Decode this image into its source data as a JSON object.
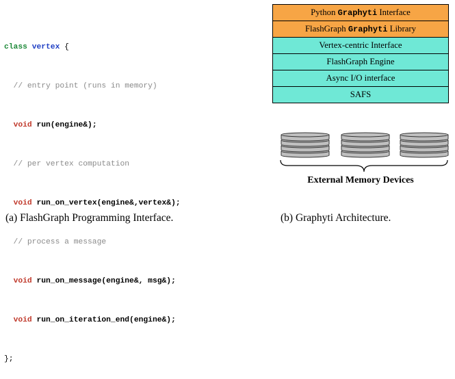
{
  "code": {
    "line1": {
      "kw": "class",
      "cls": "vertex",
      "rest": " {"
    },
    "line2": {
      "comment": "  // entry point (runs in memory)"
    },
    "line3": {
      "indent": "  ",
      "kw": "void",
      "fn": " run(engine&);"
    },
    "line4": {
      "comment": "  // per vertex computation"
    },
    "line5": {
      "indent": "  ",
      "kw": "void",
      "fn": " run_on_vertex(engine&,vertex&);"
    },
    "line6": {
      "comment": "  // process a message"
    },
    "line7": {
      "indent": "  ",
      "kw": "void",
      "fn": " run_on_message(engine&, msg&);"
    },
    "line8": {
      "indent": "  ",
      "kw": "void",
      "fn": " run_on_iteration_end(engine&);"
    },
    "line9": {
      "plain": "};"
    }
  },
  "architecture": {
    "layer1": {
      "pre": "Python ",
      "mono": "Graphyti",
      "post": " Interface",
      "color": "#f7a545"
    },
    "layer2": {
      "pre": "FlashGraph ",
      "mono": "Graphyti",
      "post": " Library",
      "color": "#f7a545"
    },
    "layer3": {
      "text": "Vertex-centric Interface",
      "color": "#6fe8d6"
    },
    "layer4": {
      "text": "FlashGraph Engine",
      "color": "#6fe8d6"
    },
    "layer5": {
      "text": "Async I/O interface",
      "color": "#6fe8d6"
    },
    "layer6": {
      "text": "SAFS",
      "color": "#6fe8d6"
    },
    "storage_label": "External Memory Devices",
    "disk_icon": "disk-stack-icon"
  },
  "captions": {
    "a": "(a) FlashGraph Programming Interface.",
    "b": "(b) Graphyti Architecture."
  }
}
